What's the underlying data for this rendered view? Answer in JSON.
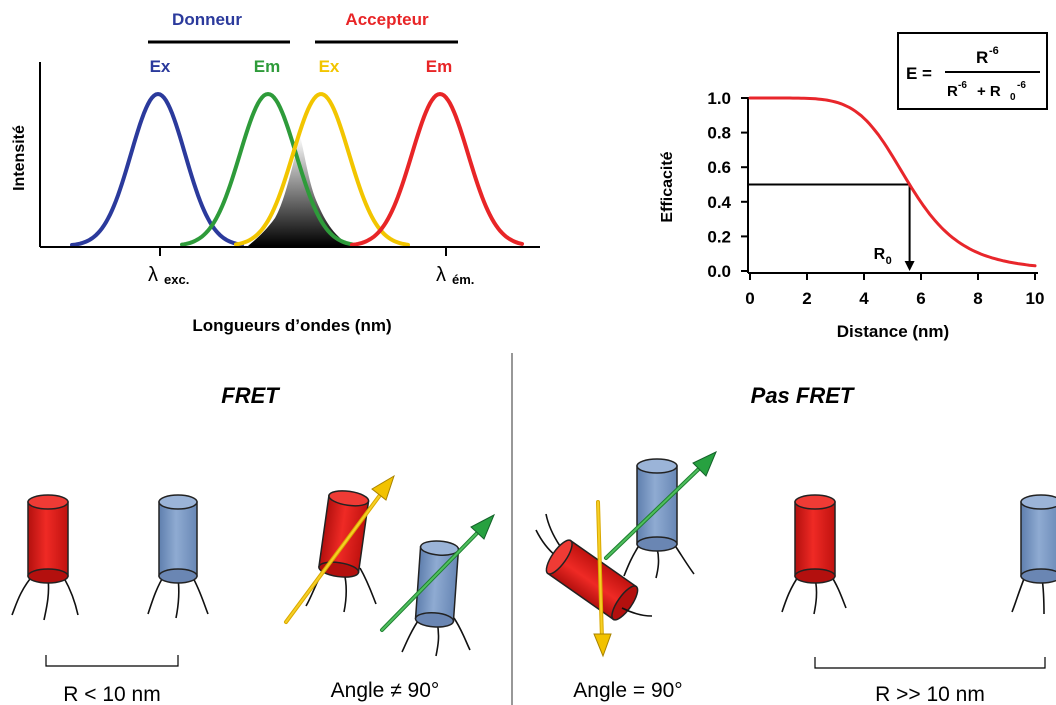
{
  "spectra": {
    "header_donor": "Donneur",
    "header_acceptor": "Accepteur",
    "peak_labels": [
      "Ex",
      "Em",
      "Ex",
      "Em"
    ],
    "y_label": "Intensité",
    "x_label": "Longueurs d’ondes (nm)",
    "lambda_exc_symbol": "λ",
    "lambda_exc_sub": "exc.",
    "lambda_em_symbol": "λ",
    "lambda_em_sub": "ém.",
    "colors": {
      "donor_ex": "#2b3a9c",
      "donor_em": "#2e9b3a",
      "acceptor_ex": "#f2c500",
      "acceptor_em": "#e82527"
    }
  },
  "efficiency_chart": {
    "formula_lhs": "E =",
    "formula_num_base": "R",
    "formula_num_exp": "-6",
    "formula_den_base1": "R",
    "formula_den_exp1": "-6",
    "formula_den_plus": "+ R",
    "formula_den_sub": "0",
    "formula_den_exp2": "-6",
    "y_label": "Efficacité",
    "x_label": "Distance (nm)",
    "r0_base": "R",
    "r0_sub": "0",
    "r0_value": 5.6,
    "y_ticks": [
      "1.0",
      "0.8",
      "0.6",
      "0.4",
      "0.2",
      "0.0"
    ],
    "x_ticks": [
      "0",
      "2",
      "4",
      "6",
      "8",
      "10"
    ],
    "curve_color": "#e8262b"
  },
  "chart_data": {
    "type": "line",
    "x": [
      0,
      1,
      2,
      3,
      4,
      5,
      5.6,
      6,
      7,
      8,
      9,
      10
    ],
    "series": [
      {
        "values": [
          1.0,
          1.0,
          1.0,
          0.99,
          0.94,
          0.67,
          0.5,
          0.4,
          0.2,
          0.1,
          0.05,
          0.03
        ]
      }
    ],
    "xlabel": "Distance (nm)",
    "ylabel": "Efficacité",
    "xlim": [
      0,
      10
    ],
    "ylim": [
      0,
      1.0
    ],
    "x_ticks": [
      0,
      2,
      4,
      6,
      8,
      10
    ],
    "y_ticks": [
      0.0,
      0.2,
      0.4,
      0.6,
      0.8,
      1.0
    ]
  },
  "panels": {
    "fret_title": "FRET",
    "no_fret_title": "Pas FRET",
    "distance_short": "R < 10 nm",
    "angle_not_90": "Angle ≠ 90°",
    "angle_90": "Angle = 90°",
    "distance_long": "R >> 10 nm",
    "colors": {
      "donor": "#e52420",
      "acceptor": "#7f9cc6",
      "arrow_yellow": "#f2c200",
      "arrow_green": "#27a140"
    }
  }
}
